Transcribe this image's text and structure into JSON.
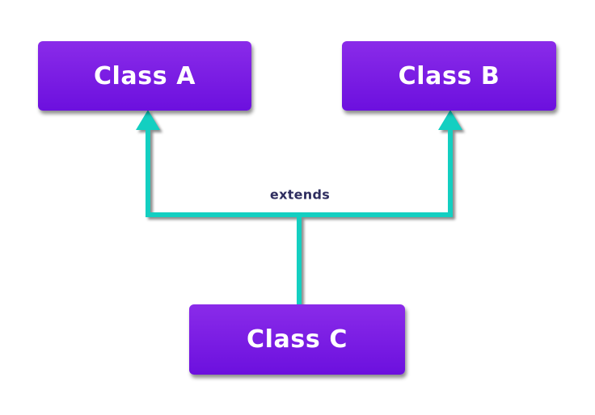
{
  "diagram": {
    "type": "class-inheritance",
    "nodes": [
      {
        "id": "class-a",
        "label": "Class A"
      },
      {
        "id": "class-b",
        "label": "Class B"
      },
      {
        "id": "class-c",
        "label": "Class C"
      }
    ],
    "edge": {
      "label": "extends",
      "from": "Class C",
      "to": [
        "Class A",
        "Class B"
      ]
    }
  },
  "colors": {
    "background": "#ffffff",
    "node_gradient_top": "#8a2be9",
    "node_gradient_bottom": "#6c10de",
    "node_text": "#ffffff",
    "connector": "#13cfc1",
    "edge_label": "#2e2d5f"
  }
}
